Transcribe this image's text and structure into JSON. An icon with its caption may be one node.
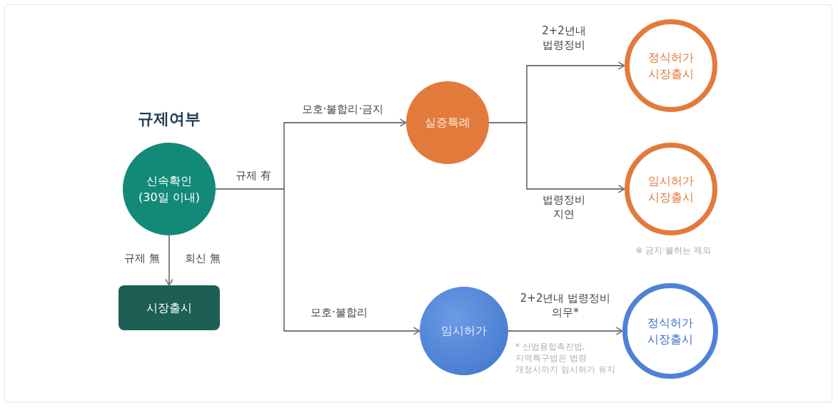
{
  "diagram": {
    "nodes": [
      {
        "text": [
          "규제여부",
          "신속확인 (30일 이내)"
        ]
      },
      {
        "text": [
          "시장출시"
        ]
      },
      {
        "text": [
          "실증특례"
        ]
      },
      {
        "text": [
          "임시허가"
        ]
      },
      {
        "text": [
          "정식허가 시장출시"
        ]
      },
      {
        "text": [
          "임시허가 시장출시"
        ]
      },
      {
        "text": [
          "정식허가 시장출시"
        ]
      }
    ],
    "edges": [
      {
        "from": 0,
        "to": 1,
        "arrow": "to",
        "label": "규제 無"
      },
      {
        "from": 0,
        "to": 2,
        "arrow": "to",
        "label": "모호·불합리·금지"
      },
      {
        "from": 0,
        "to": 3,
        "arrow": "to",
        "label": "모호·불합리"
      },
      {
        "from": 2,
        "to": 4,
        "arrow": "to",
        "label": "2+2년내 법령정비"
      },
      {
        "from": 2,
        "to": 5,
        "arrow": "to",
        "label": "법령정비 지연"
      },
      {
        "from": 3,
        "to": 6,
        "arrow": "to",
        "label": "2+2년내 법령정비 의무*"
      }
    ],
    "labels": [
      "규제 有",
      "회신 無",
      "※ 금지·불허는 제외",
      "* 산업융합촉진법, 지역특구법은 법령 개정시까지 임시허가 유지"
    ]
  }
}
